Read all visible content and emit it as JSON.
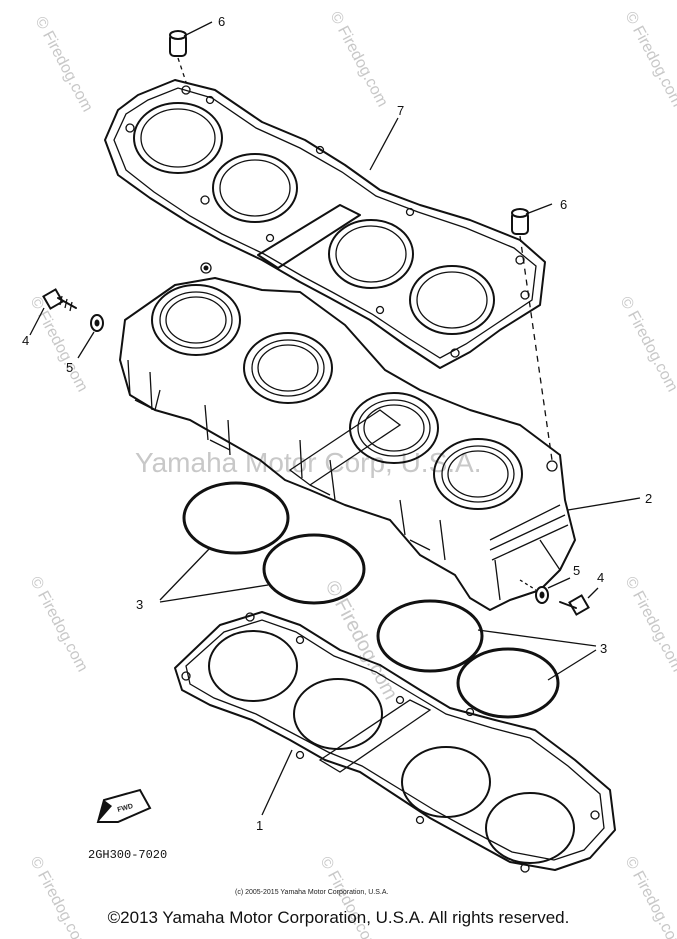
{
  "diagram_code": "2GH300-7020",
  "footer_small": "(c) 2005-2015 Yamaha Motor Corporation, U.S.A.",
  "copyright": "©2013 Yamaha Motor Corporation, U.S.A. All rights reserved.",
  "watermark_main": "Yamaha Motor Corp, U.S.A.",
  "watermark_site": "© Firedog.com",
  "fwd_label": "FWD",
  "callouts": {
    "c1": "1",
    "c2": "2",
    "c3a": "3",
    "c3b": "3",
    "c4a": "4",
    "c4b": "4",
    "c5a": "5",
    "c5b": "5",
    "c6a": "6",
    "c6b": "6",
    "c7": "7"
  }
}
